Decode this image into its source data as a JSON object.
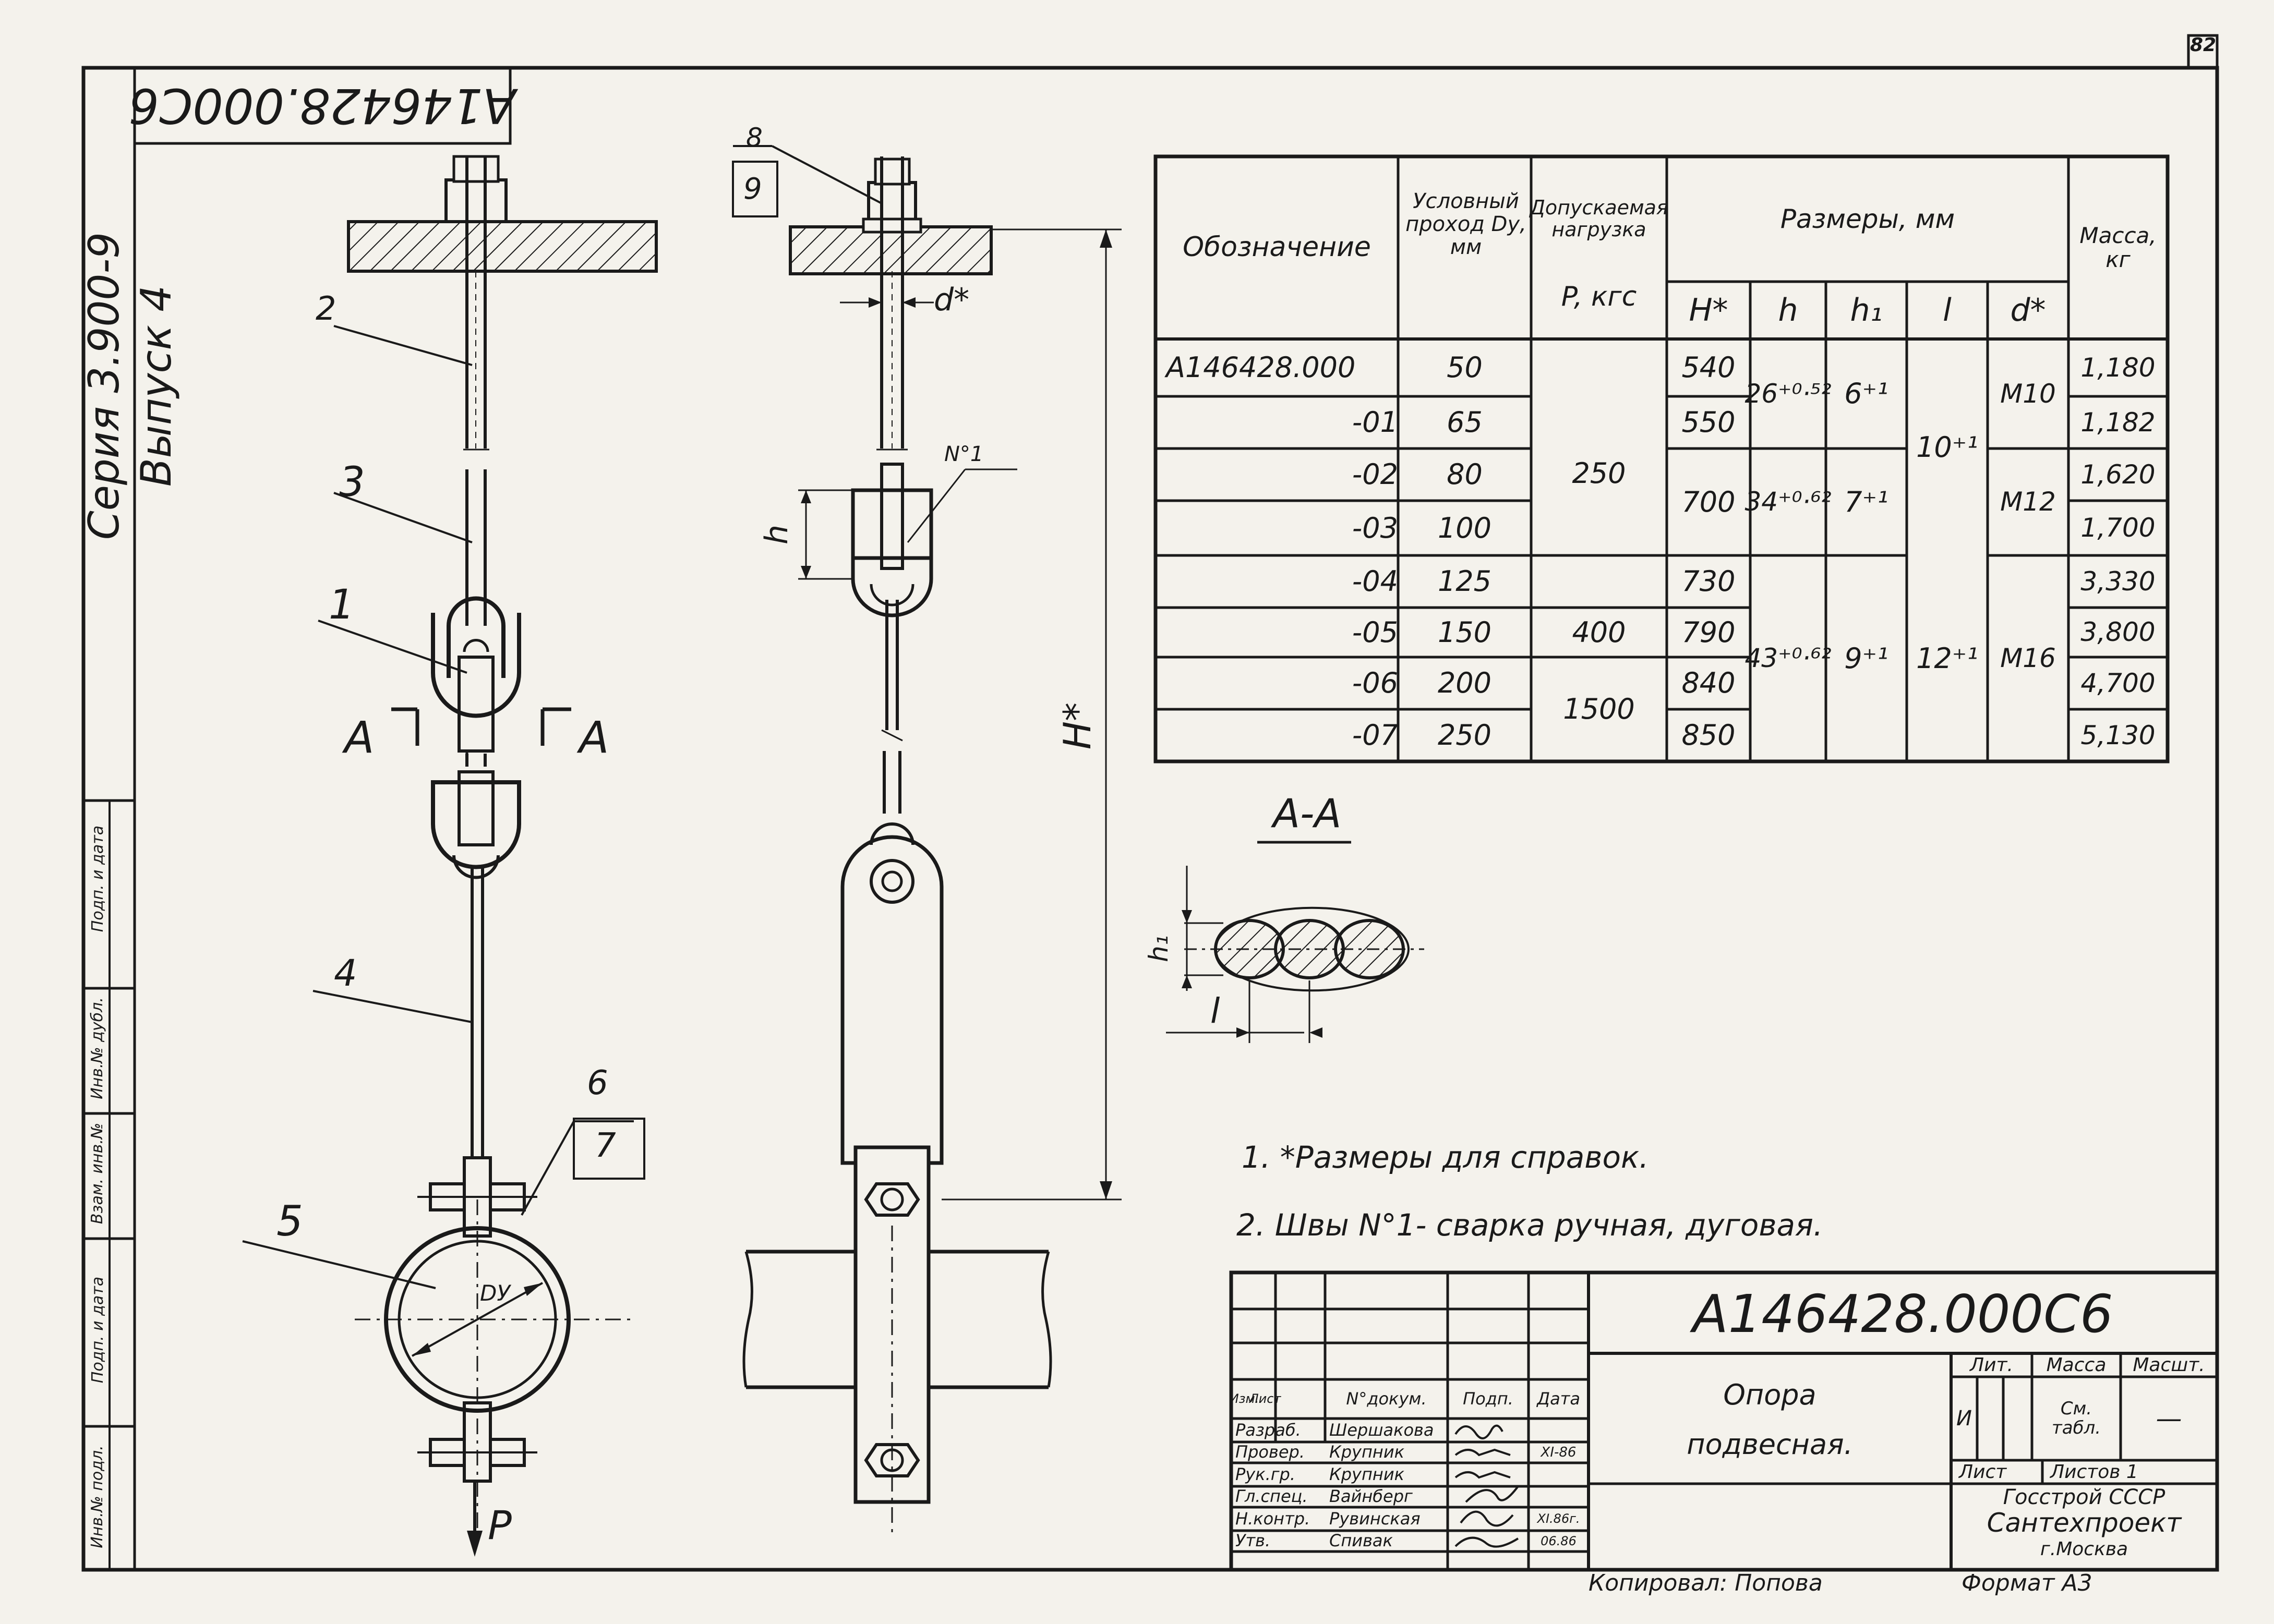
{
  "sheet": {
    "number": "82",
    "stamp_code": "А146428.000С6",
    "series_text": "Серия 3.900-9 Выпуск 4",
    "side_stamp_labels": [
      "Подп. и дата",
      "Инв.№ дубл.",
      "Взам. инв.№",
      "Подп. и дата",
      "Инв.№ подл."
    ]
  },
  "drawing": {
    "callouts": [
      "1",
      "2",
      "3",
      "4",
      "5",
      "6",
      "7",
      "8",
      "9"
    ],
    "section_marker": "A",
    "section_title": "A-A",
    "weld_label": "N°1",
    "dim_h": "h",
    "dim_H": "H*",
    "dim_d": "d*",
    "dim_h1": "h₁",
    "dim_l": "l",
    "dim_Dy": "DУ",
    "load_label": "P"
  },
  "spec_table": {
    "headers": {
      "designation": "Обозначение",
      "nominal_bore": "Условный проход Dу, мм",
      "allowed_load": "Допускаемая нагрузка",
      "load_unit": "P, кгс",
      "sizes": "Размеры, мм",
      "mass": "Масса, кг",
      "H": "H*",
      "h": "h",
      "h1": "h₁",
      "l": "l",
      "d": "d*"
    },
    "rows": [
      {
        "designation": "А146428.000",
        "dy": "50",
        "H": "540",
        "mass": "1,180"
      },
      {
        "designation": "-01",
        "dy": "65",
        "H": "550",
        "mass": "1,182"
      },
      {
        "designation": "-02",
        "dy": "80",
        "mass": "1,620"
      },
      {
        "designation": "-03",
        "dy": "100",
        "mass": "1,700"
      },
      {
        "designation": "-04",
        "dy": "125",
        "H": "730",
        "mass": "3,330"
      },
      {
        "designation": "-05",
        "dy": "150",
        "H": "790",
        "mass": "3,800"
      },
      {
        "designation": "-06",
        "dy": "200",
        "H": "840",
        "mass": "4,700"
      },
      {
        "designation": "-07",
        "dy": "250",
        "H": "850",
        "mass": "5,130"
      }
    ],
    "merged": {
      "load_250": "250",
      "load_400": "400",
      "load_1500": "1500",
      "H_700": "700",
      "h_a": "26⁺⁰·⁵²",
      "h_b": "34⁺⁰·⁶²",
      "h_c": "43⁺⁰·⁶²",
      "h1_a": "6⁺¹",
      "h1_b": "7⁺¹",
      "h1_c": "9⁺¹",
      "l_a": "10⁺¹",
      "l_b": "12⁺¹",
      "d_a": "M10",
      "d_b": "M12",
      "d_c": "M16"
    }
  },
  "notes": [
    "1. *Размеры для справок.",
    "2. Швы N°1- сварка ручная, дуговая."
  ],
  "title_block": {
    "code": "А146428.000С6",
    "name_line1": "Опора",
    "name_line2": "подвесная.",
    "rev_header": [
      "Изм.",
      "Лист",
      "N°докум.",
      "Подп.",
      "Дата"
    ],
    "roles": [
      {
        "role": "Разраб.",
        "name": "Шершакова",
        "date": ""
      },
      {
        "role": "Провер.",
        "name": "Крупник",
        "date": "XI-86"
      },
      {
        "role": "Рук.гр.",
        "name": "Крупник",
        "date": ""
      },
      {
        "role": "Гл.спец.",
        "name": "Вайнберг",
        "date": ""
      },
      {
        "role": "Н.контр.",
        "name": "Рувинская",
        "date": "XI.86г."
      },
      {
        "role": "Утв.",
        "name": "Спивак",
        "date": "06.86"
      }
    ],
    "lit_label": "Лит.",
    "lit_value": "И",
    "mass_label": "Масса",
    "mass_value": "См. табл.",
    "scale_label": "Масшт.",
    "scale_value": "—",
    "sheet_label": "Лист",
    "sheets_label": "Листов 1",
    "org_line1": "Госстрой СССР",
    "org_line2": "Сантехпроект",
    "org_line3": "г.Москва",
    "copied_by": "Копировал: Попова",
    "format": "Формат А3"
  }
}
